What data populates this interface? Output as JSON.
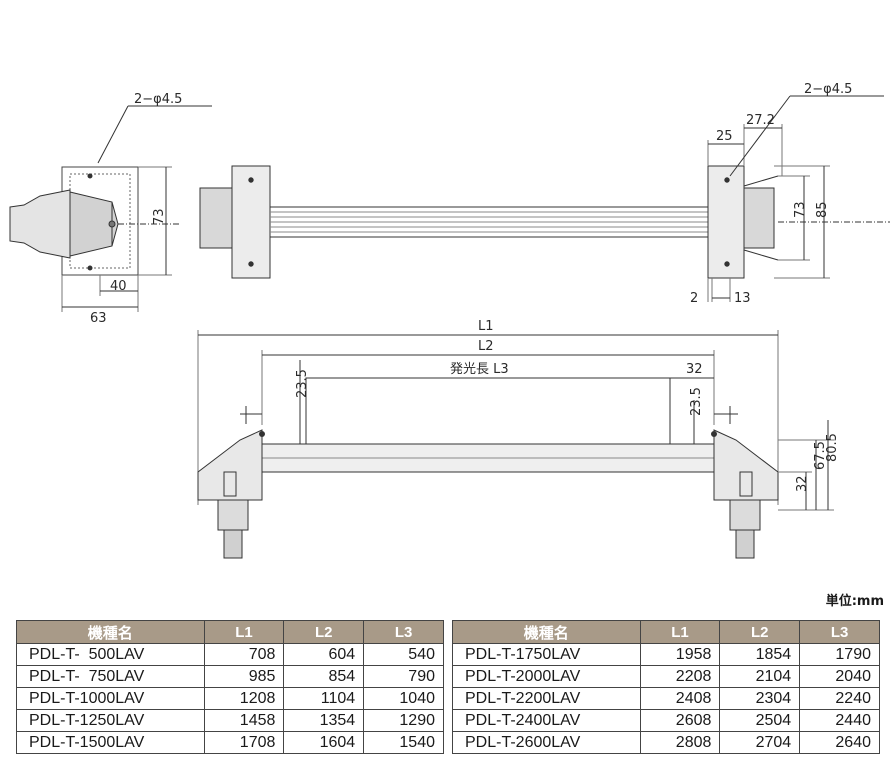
{
  "diagram": {
    "hole_label_left": "2−φ4.5",
    "hole_label_right": "2−φ4.5",
    "dim_73_left": "73",
    "dim_40": "40",
    "dim_63": "63",
    "dim_25": "25",
    "dim_27_2": "27.2",
    "dim_73_right": "73",
    "dim_85": "85",
    "dim_2": "2",
    "dim_13": "13",
    "dim_L1": "L1",
    "dim_L2": "L2",
    "dim_L3": "発光長 L3",
    "dim_32_top": "32",
    "dim_23_5_left": "23.5",
    "dim_23_5_right": "23.5",
    "dim_67_5": "67.5",
    "dim_80_5": "80.5",
    "dim_32_side": "32"
  },
  "unit_label": "単位:mm",
  "table": {
    "headers": [
      "機種名",
      "L1",
      "L2",
      "L3"
    ],
    "left_rows": [
      {
        "model": "PDL-T-  500LAV",
        "l1": "708",
        "l2": "604",
        "l3": "540"
      },
      {
        "model": "PDL-T-  750LAV",
        "l1": "985",
        "l2": "854",
        "l3": "790"
      },
      {
        "model": "PDL-T-1000LAV",
        "l1": "1208",
        "l2": "1104",
        "l3": "1040"
      },
      {
        "model": "PDL-T-1250LAV",
        "l1": "1458",
        "l2": "1354",
        "l3": "1290"
      },
      {
        "model": "PDL-T-1500LAV",
        "l1": "1708",
        "l2": "1604",
        "l3": "1540"
      }
    ],
    "right_rows": [
      {
        "model": "PDL-T-1750LAV",
        "l1": "1958",
        "l2": "1854",
        "l3": "1790"
      },
      {
        "model": "PDL-T-2000LAV",
        "l1": "2208",
        "l2": "2104",
        "l3": "2040"
      },
      {
        "model": "PDL-T-2200LAV",
        "l1": "2408",
        "l2": "2304",
        "l3": "2240"
      },
      {
        "model": "PDL-T-2400LAV",
        "l1": "2608",
        "l2": "2504",
        "l3": "2440"
      },
      {
        "model": "PDL-T-2600LAV",
        "l1": "2808",
        "l2": "2704",
        "l3": "2640"
      }
    ]
  }
}
